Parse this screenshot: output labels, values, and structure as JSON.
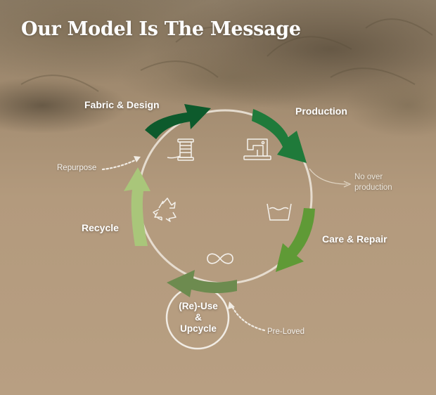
{
  "title": "Our Model Is The Message",
  "stages": {
    "fabric_design": "Fabric & Design",
    "production": "Production",
    "care_repair": "Care & Repair",
    "recycle": "Recycle",
    "reuse_line1": "(Re)-Use",
    "reuse_line2": "&",
    "reuse_line3": "Upcycle"
  },
  "side_notes": {
    "repurpose": "Repurpose",
    "no_over_line1": "No over",
    "no_over_line2": "production",
    "pre_loved": "Pre-Loved"
  },
  "icons": [
    "thread-spool-icon",
    "sewing-machine-icon",
    "washing-tub-icon",
    "infinity-icon",
    "recycle-icon"
  ],
  "colors": {
    "dark_green": "#0d5a2c",
    "mid_green": "#1f7a3a",
    "leaf_green": "#5f9a36",
    "olive_green": "#6d8b4f",
    "light_green": "#a9c67a",
    "circle_stroke": "#ebe3d8",
    "sand": "#b59a7c"
  }
}
